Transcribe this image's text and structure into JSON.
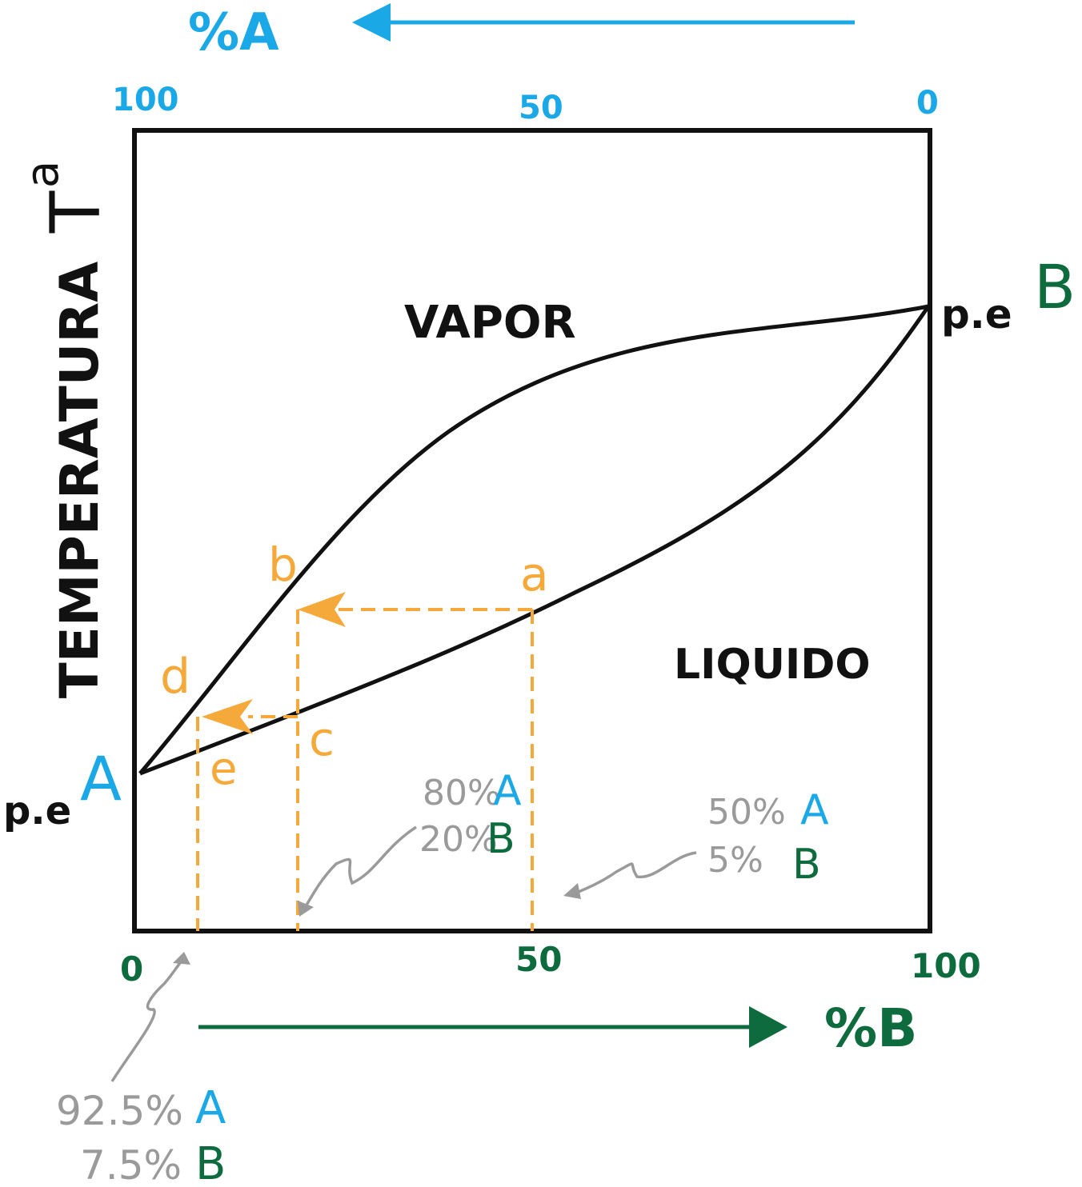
{
  "colors": {
    "blue": "#1ba8e6",
    "green": "#0d6b3e",
    "orange": "#f5a93b",
    "gray": "#9a9a9a",
    "black": "#111111"
  },
  "top_axis": {
    "title": "%A",
    "ticks": [
      "100",
      "50",
      "0"
    ]
  },
  "bottom_axis": {
    "title": "%B",
    "ticks": [
      "0",
      "50",
      "100"
    ]
  },
  "y_axis": {
    "title": "TEMPERATURA",
    "symbol": "T",
    "symbol_superscript": "a"
  },
  "regions": {
    "upper": "VAPOR",
    "lower": "LIQUIDO"
  },
  "boiling_points": {
    "left_prefix": "p.e",
    "left_component": "A",
    "right_prefix": "p.e",
    "right_component": "B"
  },
  "points": {
    "a": "a",
    "b": "b",
    "c": "c",
    "d": "d",
    "e": "e"
  },
  "annotations": {
    "mid": {
      "pctA": "80%",
      "compA": "A",
      "pctB": "20%",
      "compB": "B"
    },
    "right": {
      "pctA": "50%",
      "compA": "A",
      "pctB": "5%",
      "compB": "B"
    },
    "bottom": {
      "pctA": "92.5%",
      "compA": "A",
      "pctB": "7.5%",
      "compB": "B"
    }
  }
}
